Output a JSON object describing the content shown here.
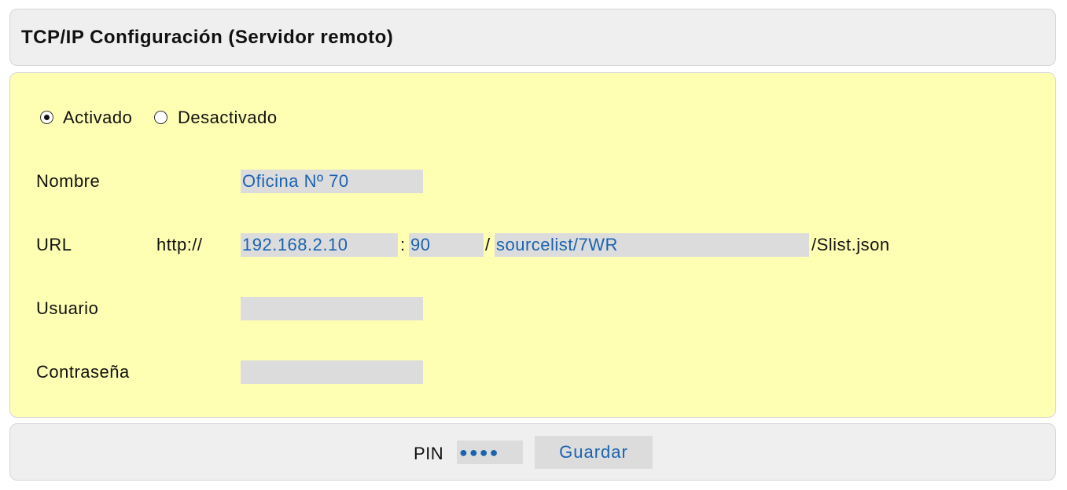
{
  "header": {
    "title": "TCP/IP Configuración (Servidor remoto)"
  },
  "mode": {
    "enabled_label": "Activado",
    "disabled_label": "Desactivado",
    "selected": "Activado"
  },
  "form": {
    "name": {
      "label": "Nombre",
      "value": "Oficina Nº 70"
    },
    "url": {
      "label": "URL",
      "scheme": "http://",
      "host": "192.168.2.10",
      "port_separator": ":",
      "port": "90",
      "path_separator": "/",
      "path": "sourcelist/7WR",
      "suffix": "/Slist.json"
    },
    "user": {
      "label": "Usuario",
      "value": ""
    },
    "password": {
      "label": "Contraseña",
      "value": ""
    }
  },
  "footer": {
    "pin_label": "PIN",
    "pin_value": "●●●●",
    "save_label": "Guardar"
  },
  "colors": {
    "panel_bg": "#efefef",
    "form_bg": "#ffffb3",
    "field_bg": "#dcdcdc",
    "value_text": "#1a63b0"
  }
}
